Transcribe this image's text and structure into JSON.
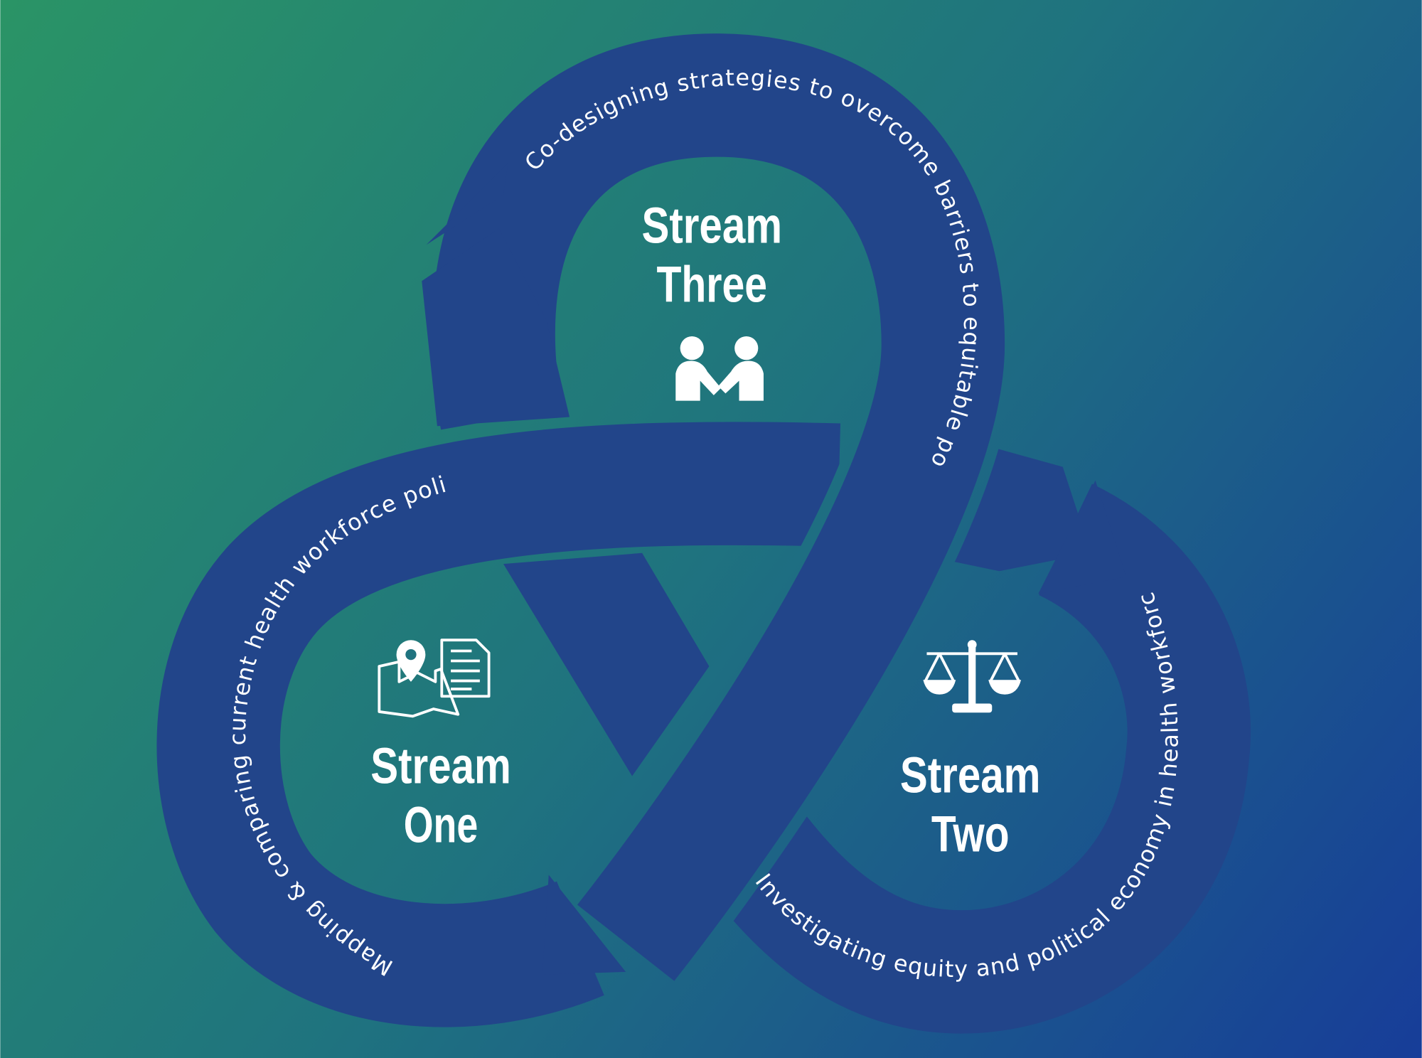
{
  "colors": {
    "background_start": "#2a9466",
    "background_mid": "#1f737f",
    "background_end": "#173d99",
    "ribbon": "#22458a",
    "text": "#ffffff"
  },
  "streams": [
    {
      "title_line1": "Stream",
      "title_line2": "One",
      "icon": "map-document-icon",
      "description": "Mapping & comparing current health workforce policy."
    },
    {
      "title_line1": "Stream",
      "title_line2": "Two",
      "icon": "scales-of-justice-icon",
      "description": "Investigating equity and political economy in health workforce policy."
    },
    {
      "title_line1": "Stream",
      "title_line2": "Three",
      "icon": "handshake-icon",
      "description": "Co-designing strategies to overcome barriers to equitable policy."
    }
  ]
}
